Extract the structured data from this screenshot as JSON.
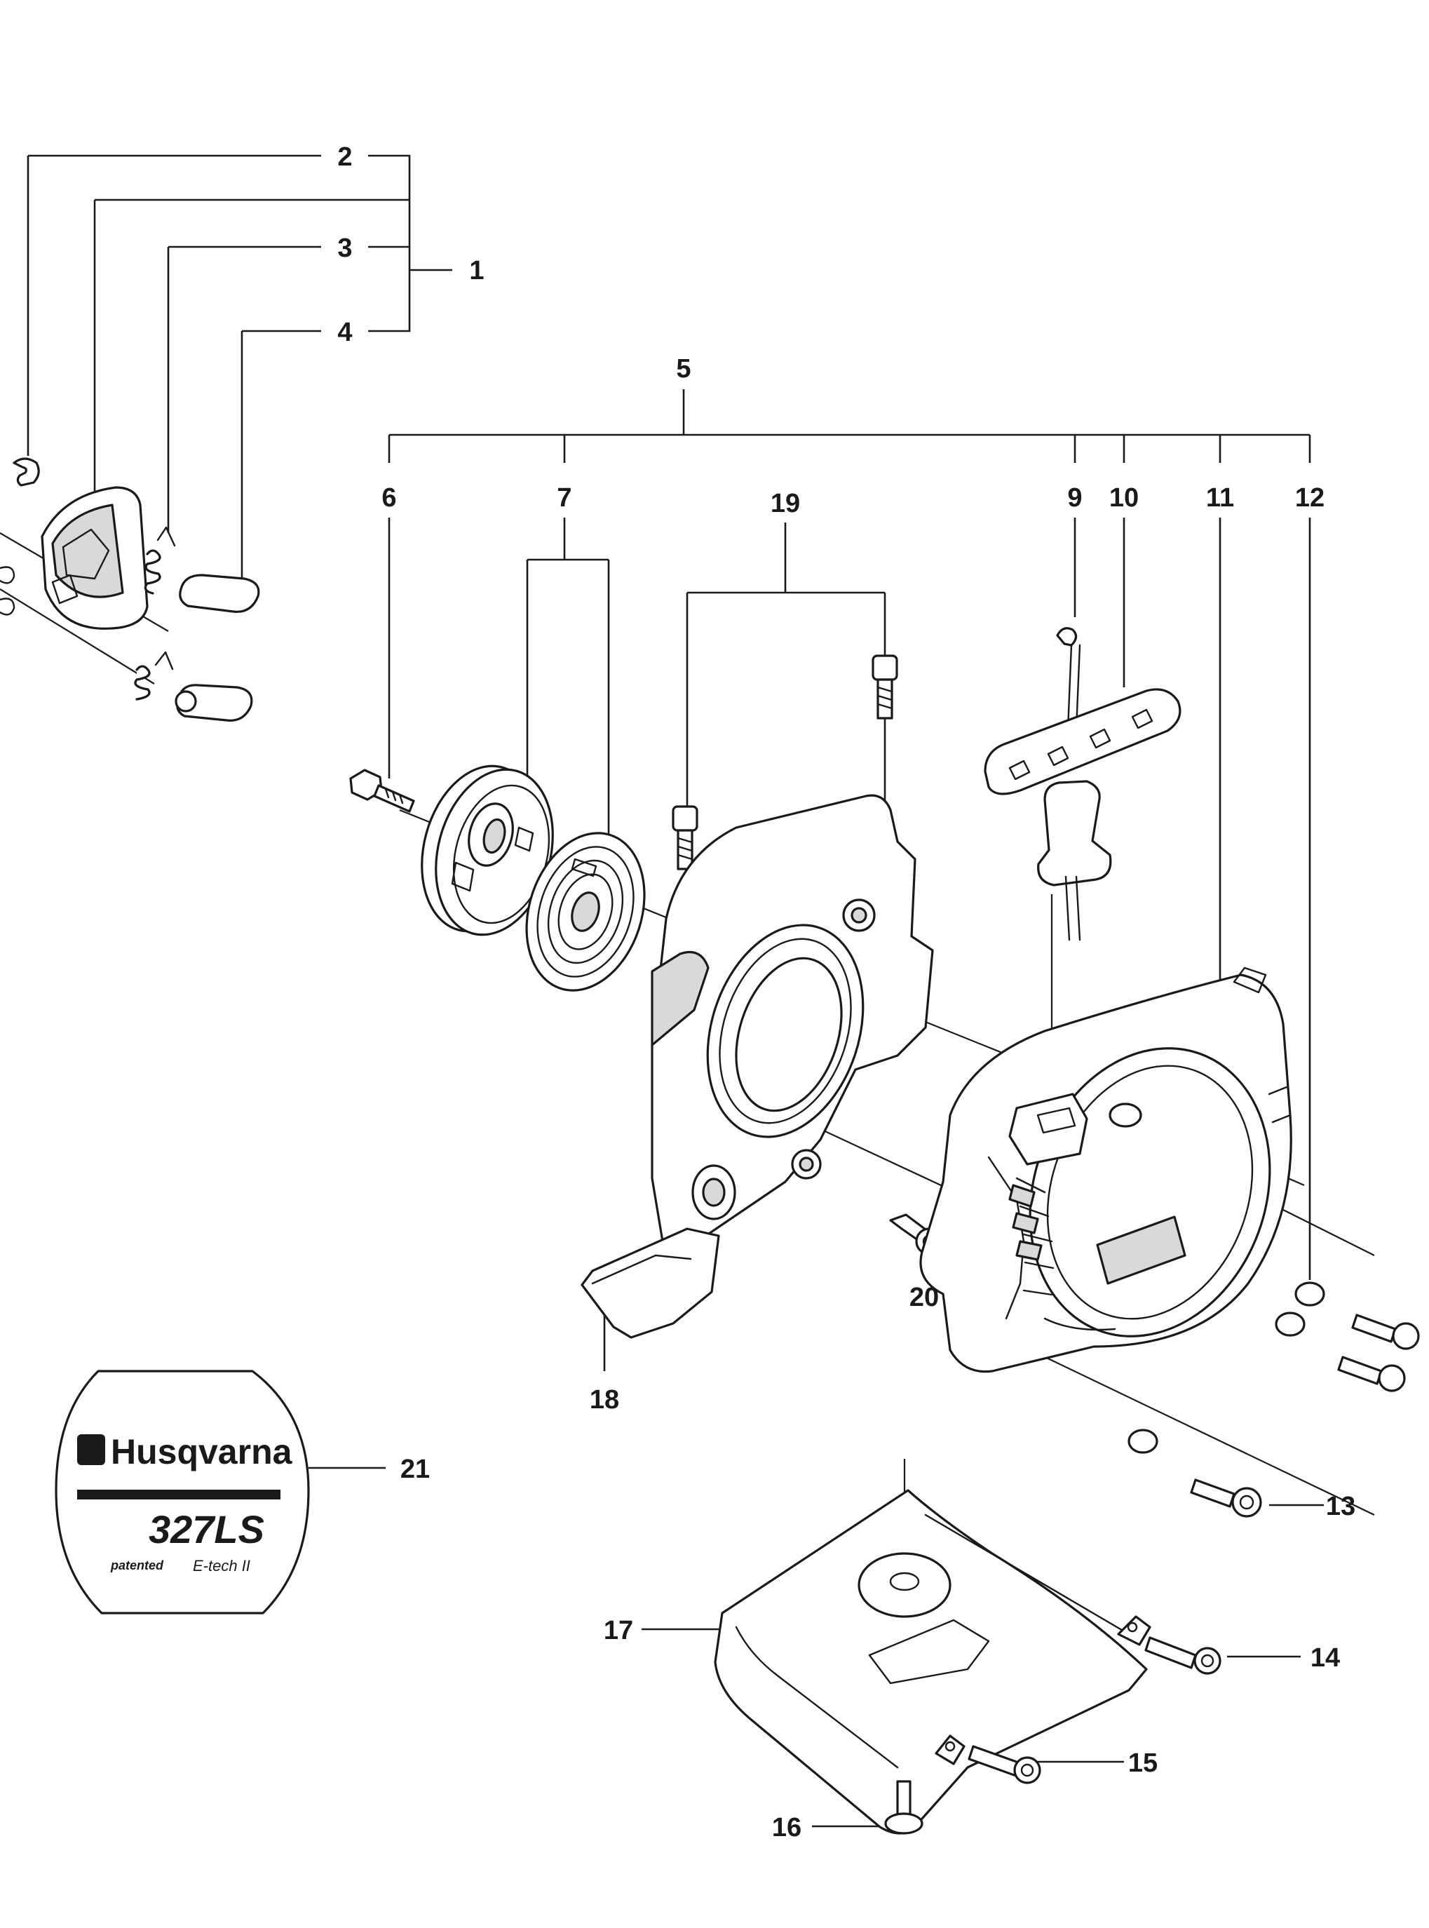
{
  "callouts": {
    "c1": "1",
    "c2": "2",
    "c3": "3",
    "c4": "4",
    "c5": "5",
    "c6": "6",
    "c7": "7",
    "c9": "9",
    "c10": "10",
    "c11": "11",
    "c12": "12",
    "c13": "13",
    "c14": "14",
    "c15": "15",
    "c16": "16",
    "c17": "17",
    "c18": "18",
    "c19": "19",
    "c20": "20",
    "c21": "21"
  },
  "decal": {
    "brand": "Husqvarna",
    "model": "327LS",
    "patent": "patented",
    "tech": "E-tech II"
  }
}
